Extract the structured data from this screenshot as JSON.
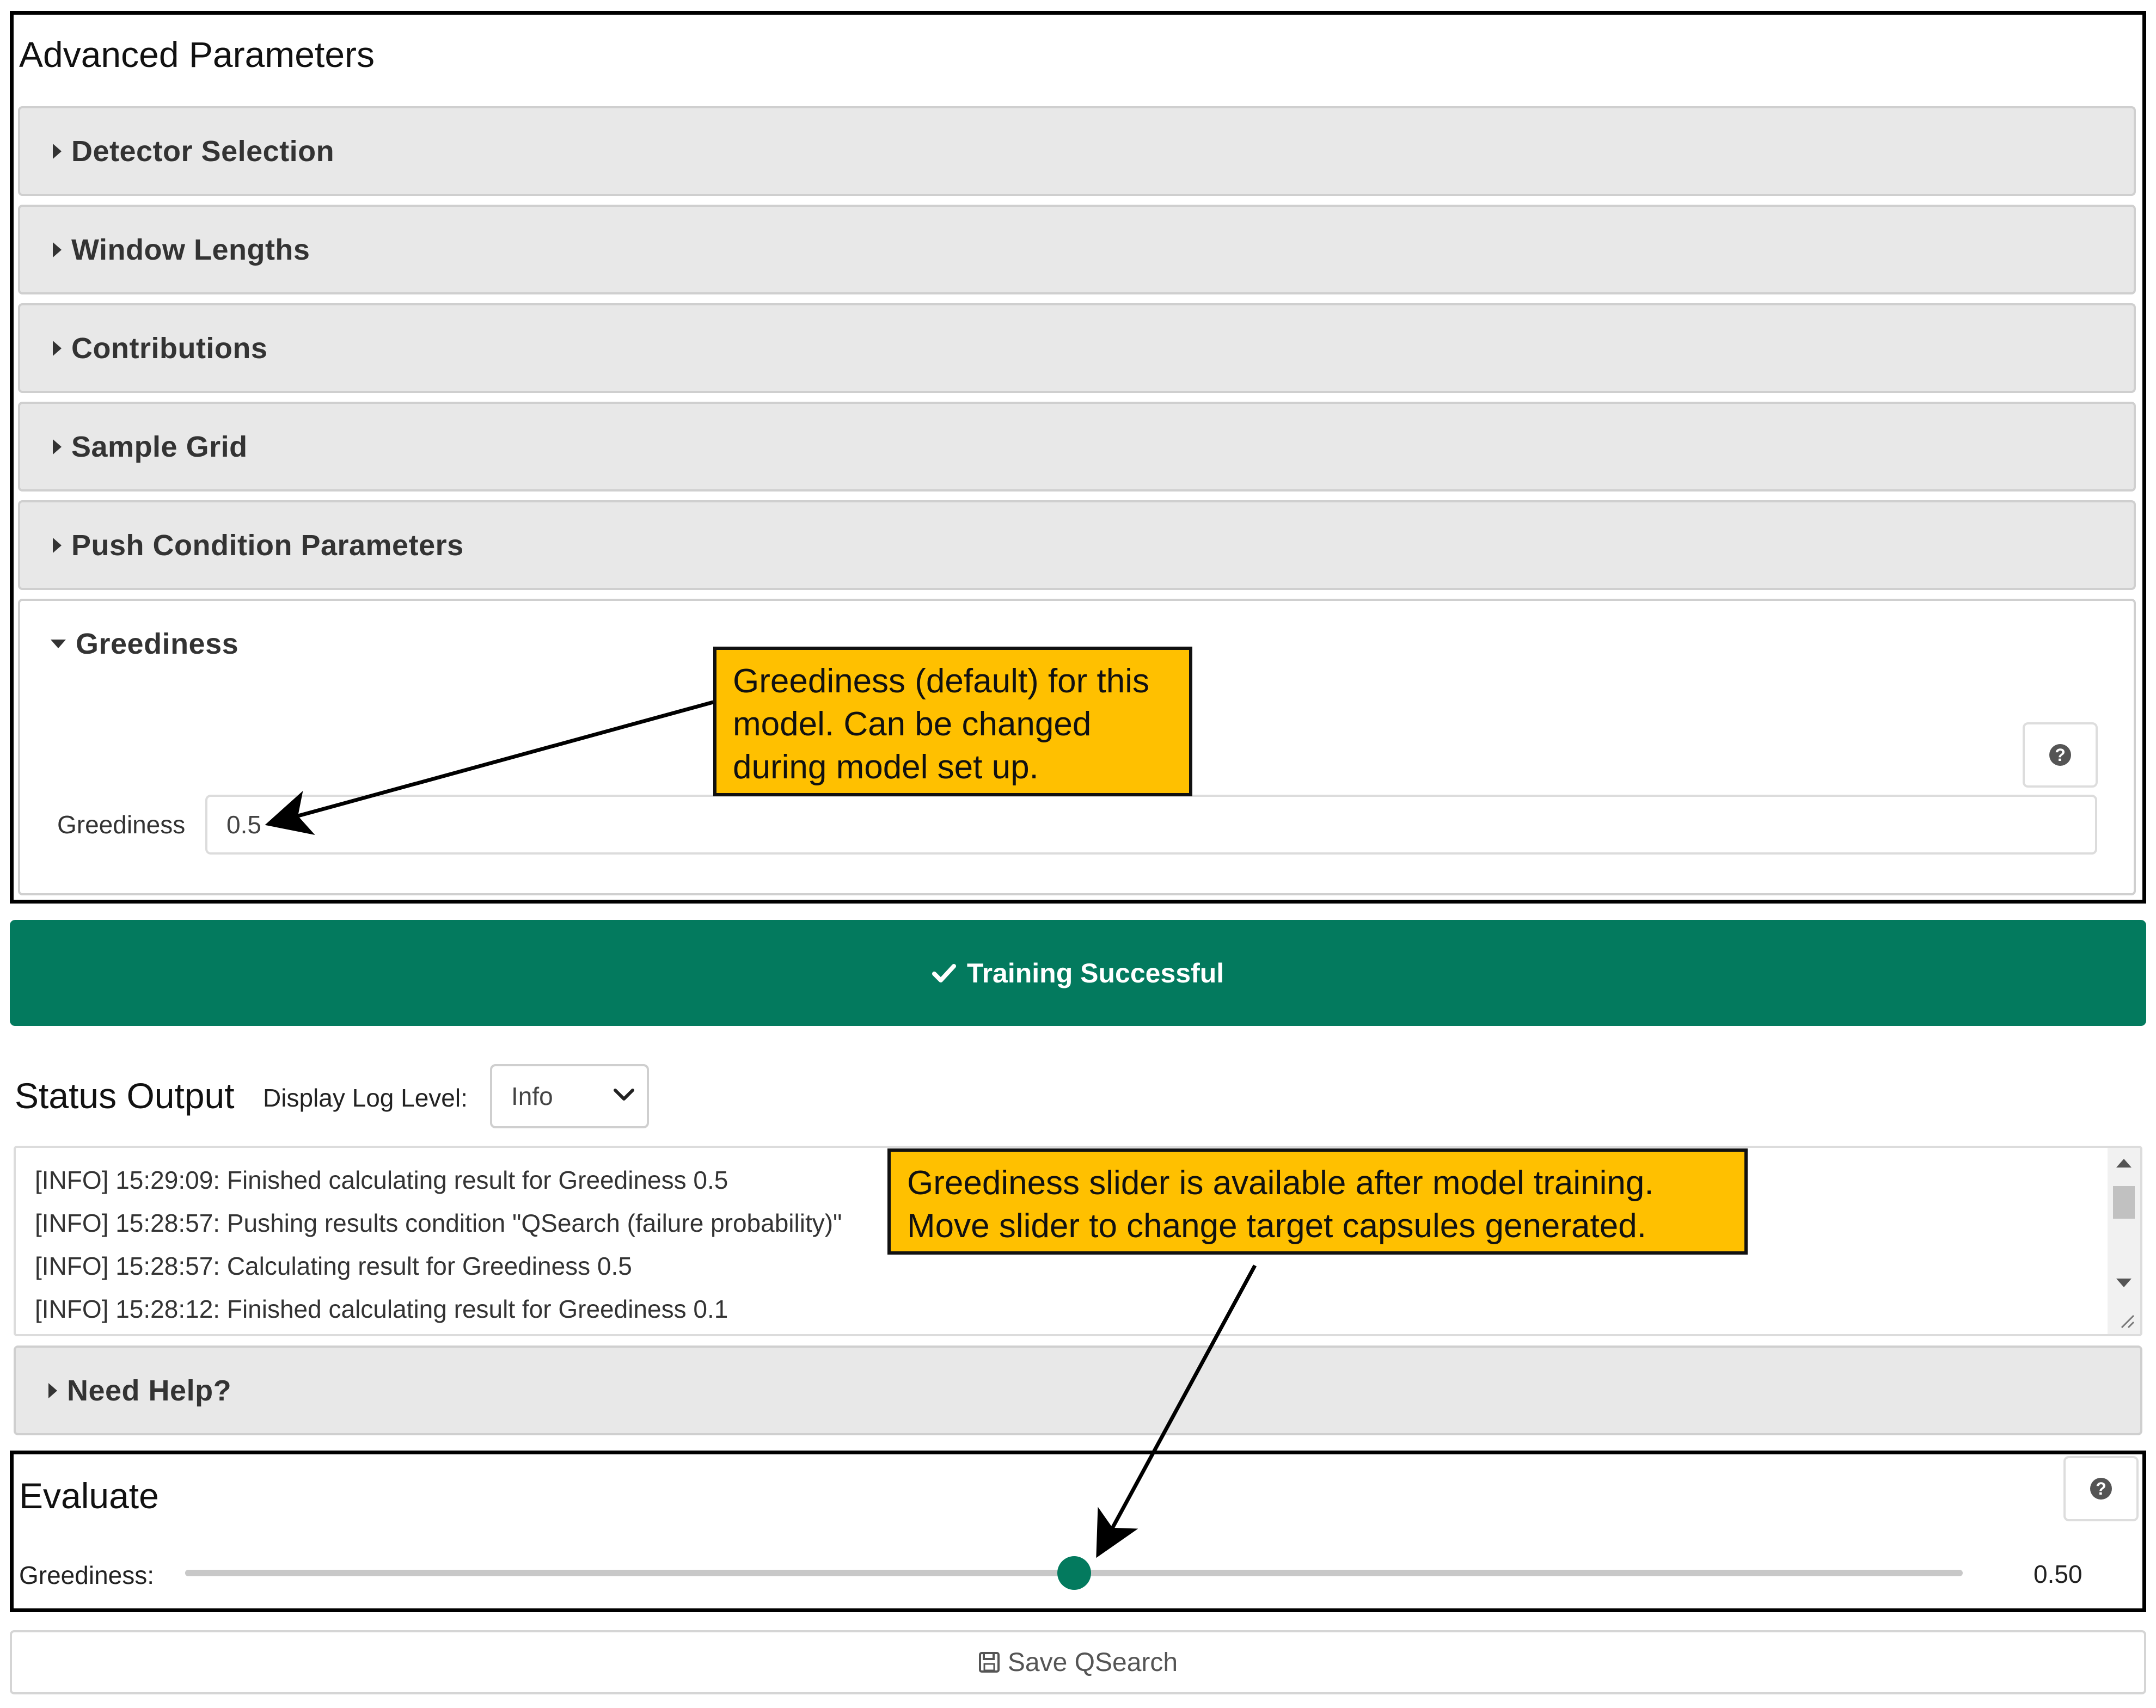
{
  "advanced": {
    "title": "Advanced Parameters",
    "sections": [
      {
        "label": "Detector Selection"
      },
      {
        "label": "Window Lengths"
      },
      {
        "label": "Contributions"
      },
      {
        "label": "Sample Grid"
      },
      {
        "label": "Push Condition Parameters"
      }
    ],
    "greediness_section": {
      "label": "Greediness",
      "field_label": "Greediness",
      "field_value": "0.5"
    }
  },
  "callouts": {
    "first": "Greediness (default) for this\nmodel. Can be changed\nduring model set up.",
    "second": "Greediness slider is available after model training.\nMove slider to change target capsules generated."
  },
  "training": {
    "text": "Training Successful",
    "color": "#037a5e"
  },
  "status": {
    "title": "Status Output",
    "log_level_label": "Display Log Level:",
    "log_level_value": "Info",
    "log_lines": [
      "[INFO] 15:29:09: Finished calculating result for Greediness 0.5",
      "[INFO] 15:28:57: Pushing results condition \"QSearch (failure probability)\"",
      "[INFO] 15:28:57: Calculating result for Greediness 0.5",
      "[INFO] 15:28:12: Finished calculating result for Greediness 0.1"
    ]
  },
  "need_help": {
    "label": "Need Help?"
  },
  "evaluate": {
    "title": "Evaluate",
    "slider_label": "Greediness:",
    "slider_value": "0.50",
    "slider_fraction": 0.5
  },
  "save": {
    "label": "Save QSearch"
  }
}
